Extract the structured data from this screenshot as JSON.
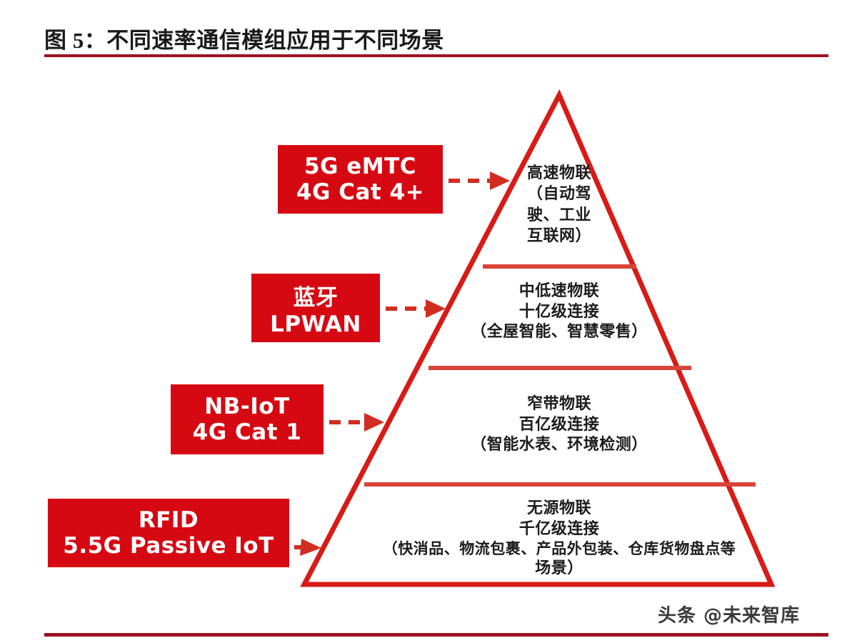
{
  "figure": {
    "title": "图 5：不同速率通信模组应用于不同场景",
    "watermark": "头条 @未来智库",
    "colors": {
      "rule": "#9c1220",
      "pyramid_outline": "#d81b16",
      "tier_divider": "#d94438",
      "label_box_fill": "#d60812",
      "arrow": "#d32c20",
      "tier_text": "#1c1c1c",
      "title_text": "#1a1a1a"
    }
  },
  "pyramid": {
    "tiers": [
      {
        "id": "tier-1",
        "name": "高速物联",
        "lines": [
          "高速物联",
          "（自动驾",
          "驶、工业",
          "互联网）"
        ],
        "label": {
          "lines": [
            "5G eMTC",
            "4G Cat 4+"
          ]
        }
      },
      {
        "id": "tier-2",
        "name": "中低速物联",
        "lines": [
          "中低速物联",
          "十亿级连接",
          "（全屋智能、智慧零售）"
        ],
        "label": {
          "lines": [
            "蓝牙",
            "LPWAN"
          ]
        }
      },
      {
        "id": "tier-3",
        "name": "窄带物联",
        "lines": [
          "窄带物联",
          "百亿级连接",
          "（智能水表、环境检测）"
        ],
        "label": {
          "lines": [
            "NB-IoT",
            "4G Cat 1"
          ]
        }
      },
      {
        "id": "tier-4",
        "name": "无源物联",
        "lines": [
          "无源物联",
          "千亿级连接",
          "（快消品、物流包裹、产品外包装、仓库货物盘点等",
          "场景）"
        ],
        "label": {
          "lines": [
            "RFID",
            "5.5G Passive IoT"
          ]
        }
      }
    ]
  },
  "chart_data": {
    "type": "pyramid",
    "title": "图 5：不同速率通信模组应用于不同场景",
    "levels": [
      {
        "rank": 1,
        "position": "top",
        "category": "高速物联",
        "scale": "",
        "examples": "自动驾驶、工业互联网",
        "technologies": [
          "5G eMTC",
          "4G Cat 4+"
        ]
      },
      {
        "rank": 2,
        "position": "upper-middle",
        "category": "中低速物联",
        "scale": "十亿级连接",
        "examples": "全屋智能、智慧零售",
        "technologies": [
          "蓝牙",
          "LPWAN"
        ]
      },
      {
        "rank": 3,
        "position": "lower-middle",
        "category": "窄带物联",
        "scale": "百亿级连接",
        "examples": "智能水表、环境检测",
        "technologies": [
          "NB-IoT",
          "4G Cat 1"
        ]
      },
      {
        "rank": 4,
        "position": "bottom",
        "category": "无源物联",
        "scale": "千亿级连接",
        "examples": "快消品、物流包裹、产品外包装、仓库货物盘点等场景",
        "technologies": [
          "RFID",
          "5.5G Passive IoT"
        ]
      }
    ],
    "legend": [],
    "annotations": [
      "头条 @未来智库"
    ]
  }
}
